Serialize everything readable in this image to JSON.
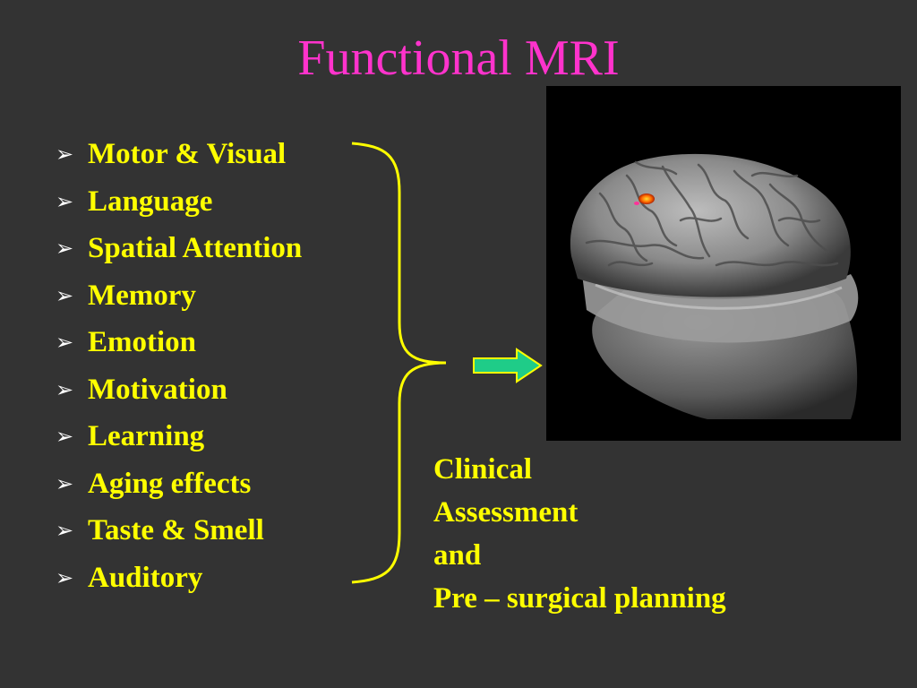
{
  "slide": {
    "title": "Functional MRI",
    "bullet_glyph": "➢",
    "items": [
      "Motor & Visual",
      "Language",
      "Spatial Attention",
      "Memory",
      "Emotion",
      "Motivation",
      "Learning",
      "Aging effects",
      "Taste & Smell",
      "Auditory"
    ],
    "outcome_lines": [
      "Clinical",
      "Assessment",
      "and",
      "Pre – surgical planning"
    ],
    "colors": {
      "background": "#333333",
      "title": "#ff33cc",
      "text": "#ffff00",
      "bullet": "#ffffff",
      "arrow_fill": "#1fcc88",
      "arrow_outline": "#ffff00"
    },
    "image": "fmri-brain-render"
  }
}
